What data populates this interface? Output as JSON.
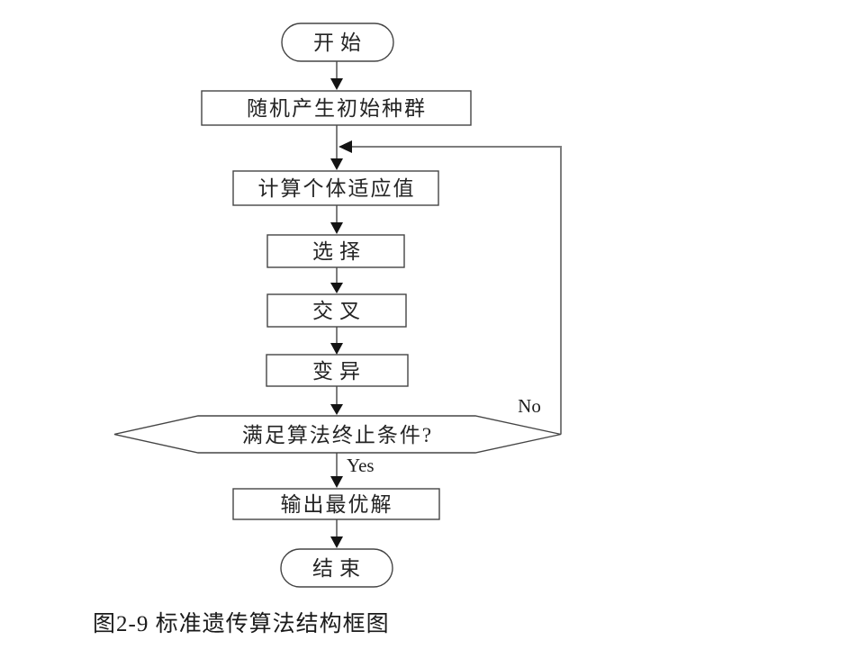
{
  "figure": {
    "caption": "图2-9 标准遗传算法结构框图"
  },
  "flowchart": {
    "title": "标准遗传算法结构框图",
    "nodes": [
      {
        "id": "start",
        "type": "terminator",
        "label": "开始"
      },
      {
        "id": "init",
        "type": "process",
        "label": "随机产生初始种群"
      },
      {
        "id": "fitness",
        "type": "process",
        "label": "计算个体适应值"
      },
      {
        "id": "selection",
        "type": "process",
        "label": "选择"
      },
      {
        "id": "crossover",
        "type": "process",
        "label": "交叉"
      },
      {
        "id": "mutation",
        "type": "process",
        "label": "变异"
      },
      {
        "id": "condition",
        "type": "decision",
        "label": "满足算法终止条件?"
      },
      {
        "id": "output",
        "type": "process",
        "label": "输出最优解"
      },
      {
        "id": "end",
        "type": "terminator",
        "label": "结束"
      }
    ],
    "edge_labels": {
      "yes": "Yes",
      "no": "No"
    }
  },
  "colors": {
    "background": "#ffffff",
    "shape_border": "#454545",
    "connector_line": "#7d7d7d",
    "arrowhead": "#141414",
    "text": "#242424"
  }
}
